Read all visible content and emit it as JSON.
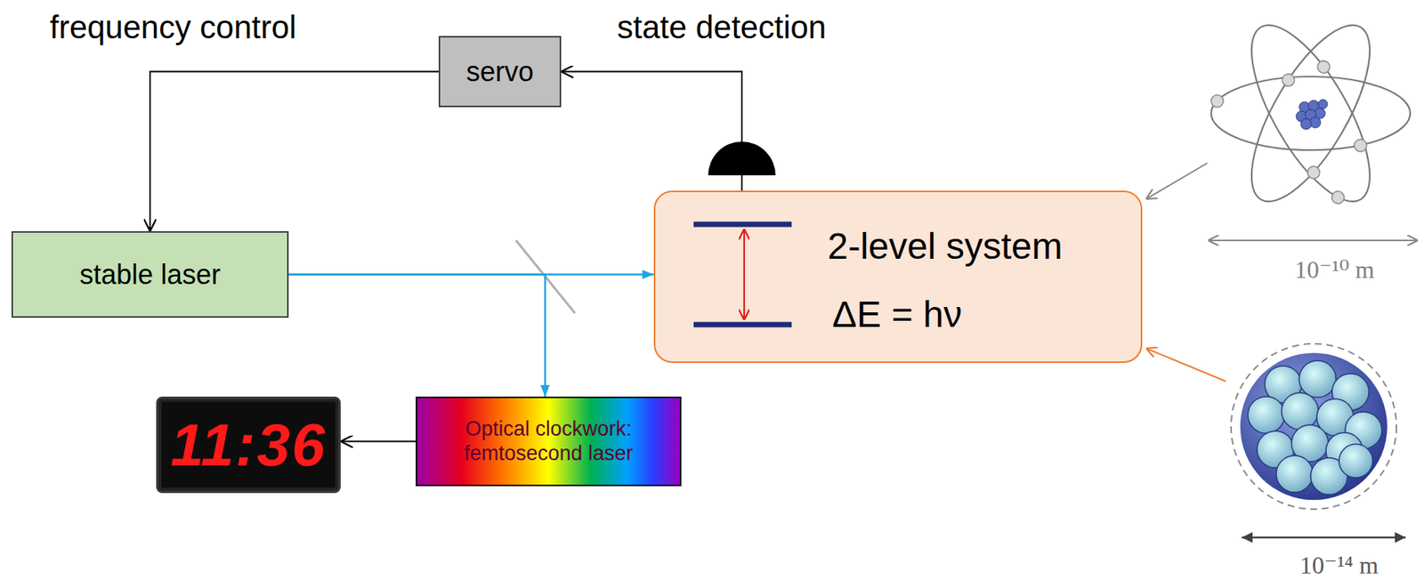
{
  "diagram": {
    "nodes": [
      {
        "text": [
          "servo"
        ]
      },
      {
        "text": [
          "stable laser"
        ]
      },
      {
        "text": [
          "2-level system",
          "ΔE = hν"
        ]
      },
      {
        "text": [
          "Optical clockwork: femtosecond laser"
        ]
      },
      {
        "text": [
          "11:36"
        ]
      }
    ],
    "edges": [
      {
        "from": 2,
        "to": 0,
        "arrow": "to",
        "label": "state detection"
      },
      {
        "from": 0,
        "to": 1,
        "arrow": "to",
        "label": "frequency control"
      },
      {
        "from": 1,
        "to": 2,
        "arrow": "to"
      },
      {
        "from": 1,
        "to": 3,
        "arrow": "to"
      },
      {
        "from": 3,
        "to": 4,
        "arrow": "to"
      }
    ],
    "labels": [
      "10⁻¹⁰ m",
      "10⁻¹⁴ m"
    ]
  }
}
